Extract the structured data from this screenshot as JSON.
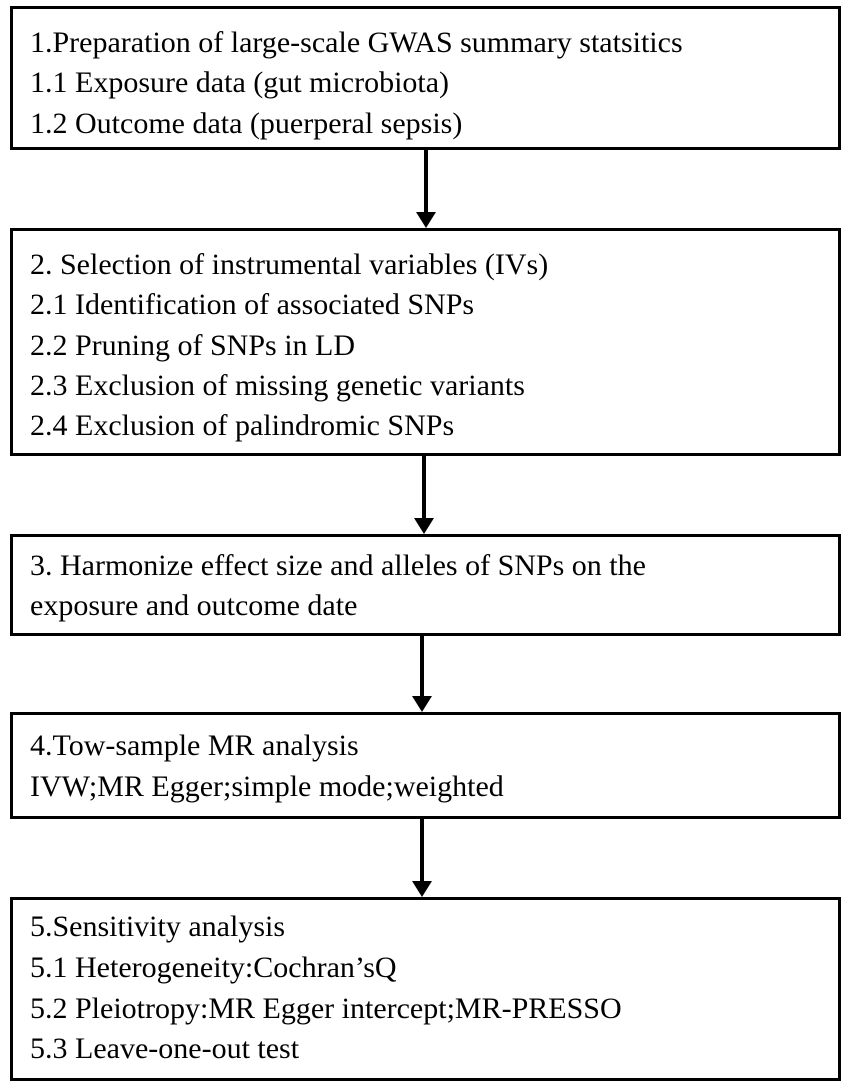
{
  "steps": [
    {
      "lines": [
        "1.Preparation of large-scale GWAS summary statsitics",
        "1.1 Exposure data (gut microbiota)",
        "1.2 Outcome data (puerperal sepsis)"
      ]
    },
    {
      "lines": [
        "2.  Selection of instrumental variables (IVs)",
        "2.1 Identification of associated SNPs",
        "2.2 Pruning of SNPs in LD",
        "2.3 Exclusion of missing genetic variants",
        "2.4 Exclusion of palindromic SNPs"
      ]
    },
    {
      "lines": [
        "3.  Harmonize effect size and alleles of SNPs on the",
        "exposure and outcome date"
      ]
    },
    {
      "lines": [
        "4.Tow-sample  MR analysis",
        "IVW;MR Egger;simple mode;weighted"
      ]
    },
    {
      "lines": [
        "5.Sensitivity analysis",
        "5.1 Heterogeneity:Cochran’sQ",
        "5.2 Pleiotropy:MR Egger intercept;MR-PRESSO",
        "5.3 Leave-one-out test"
      ]
    }
  ]
}
